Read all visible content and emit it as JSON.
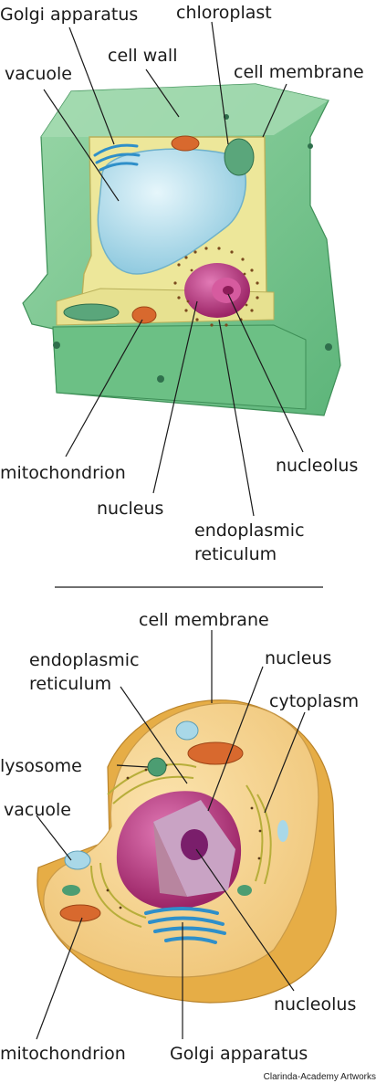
{
  "plant_cell": {
    "labels": {
      "golgi": "Golgi apparatus",
      "chloroplast": "chloroplast",
      "cell_wall": "cell wall",
      "vacuole": "vacuole",
      "cell_membrane": "cell membrane",
      "mitochondrion": "mitochondrion",
      "nucleolus": "nucleolus",
      "nucleus": "nucleus",
      "er_line1": "endoplasmic",
      "er_line2": "reticulum"
    }
  },
  "animal_cell": {
    "labels": {
      "cell_membrane": "cell membrane",
      "er_line1": "endoplasmic",
      "er_line2": "reticulum",
      "nucleus": "nucleus",
      "cytoplasm": "cytoplasm",
      "lysosome": "lysosome",
      "vacuole": "vacuole",
      "nucleolus": "nucleolus",
      "mitochondrion": "mitochondrion",
      "golgi": "Golgi apparatus"
    }
  },
  "credit": "Clarinda-Academy Artworks",
  "colors": {
    "wall": "#7cc88f",
    "wall_dark": "#4fa56a",
    "cytoplasm_plant": "#e9e59a",
    "vacuole": "#a9d8e8",
    "nucleus": "#b8357f",
    "animal_cytoplasm": "#f3cf86",
    "animal_outer": "#eab34e",
    "mitochondrion": "#d8692e",
    "golgi": "#3b9ed6",
    "chloroplast": "#4c9d72"
  }
}
